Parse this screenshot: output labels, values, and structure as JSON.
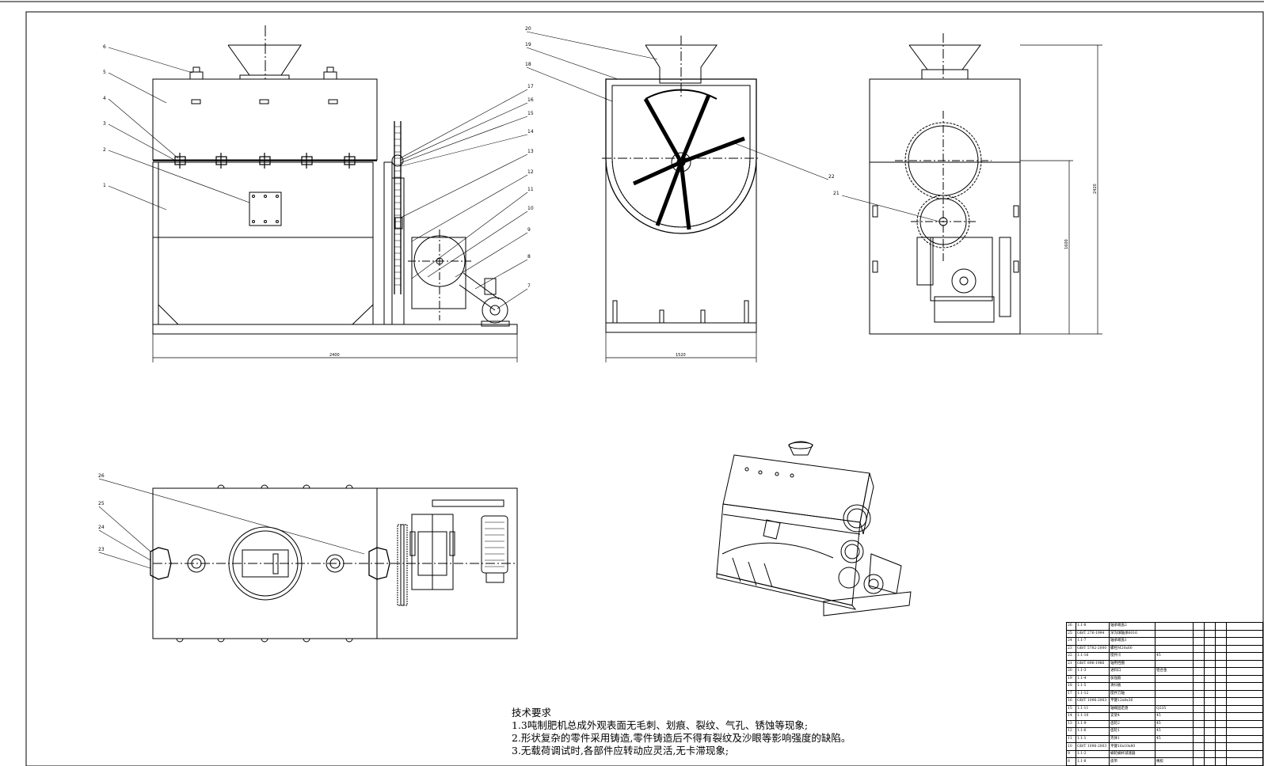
{
  "dimensions": {
    "front_width": "2400",
    "side_width": "1520",
    "right_height_total": "2420",
    "right_height_lower": "1600"
  },
  "callouts": [
    "1",
    "2",
    "3",
    "4",
    "5",
    "6",
    "7",
    "8",
    "9",
    "10",
    "11",
    "12",
    "13",
    "14",
    "15",
    "16",
    "17",
    "18",
    "19",
    "20",
    "21",
    "22",
    "23",
    "24",
    "25",
    "26"
  ],
  "technical_requirements": {
    "title": "技术要求",
    "items": [
      "1.3吨制肥机总成外观表面无毛刺、划痕、裂纹、气孔、锈蚀等现象;",
      "2.形状复杂的零件采用铸造,零件铸造后不得有裂纹及沙眼等影响强度的缺陷。",
      "3.无载荷调试时,各部件应转动应灵活,无卡滞现象;"
    ]
  },
  "bom_rows": [
    [
      "26",
      "1.1-8",
      "轴承端盖2",
      "",
      ""
    ],
    [
      "25",
      "GB/T 276-1994",
      "深沟球轴承6016",
      "",
      ""
    ],
    [
      "24",
      "1.1-7",
      "轴承端盖1",
      "",
      ""
    ],
    [
      "23",
      "GB/T 5782-2000",
      "螺栓M20x60",
      "",
      ""
    ],
    [
      "22",
      "1.1-16",
      "搅拌爪",
      "45",
      ""
    ],
    [
      "21",
      "GB/T 896-1986",
      "轴用挡圈",
      "",
      ""
    ],
    [
      "20",
      "1.1-3",
      "进料口",
      "铝合金",
      ""
    ],
    [
      "19",
      "1.1-4",
      "加强筋",
      "",
      ""
    ],
    [
      "18",
      "1.1-5",
      "清扫板",
      "",
      ""
    ],
    [
      "17",
      "1.1-12",
      "搅拌刀轴",
      "",
      ""
    ],
    [
      "16",
      "GB/T 1096-2003",
      "平键12x8x36",
      "",
      ""
    ],
    [
      "15",
      "1.1-11",
      "轴端固定盘",
      "Q235",
      ""
    ],
    [
      "14",
      "1.1-10",
      "支架4",
      "45",
      ""
    ],
    [
      "13",
      "1.1-9",
      "齿轮2",
      "45",
      ""
    ],
    [
      "12",
      "1.1-6",
      "齿轮1",
      "45",
      ""
    ],
    [
      "11",
      "1.1-1",
      "壳体1",
      "45",
      ""
    ],
    [
      "10",
      "GB/T 1096-2003",
      "平键16x10x80",
      "",
      ""
    ],
    [
      "9",
      "1.1-2",
      "蜗轮蜗杆减速器",
      "",
      ""
    ],
    [
      "8",
      "1.1-8",
      "皮带",
      "橡胶",
      ""
    ]
  ]
}
